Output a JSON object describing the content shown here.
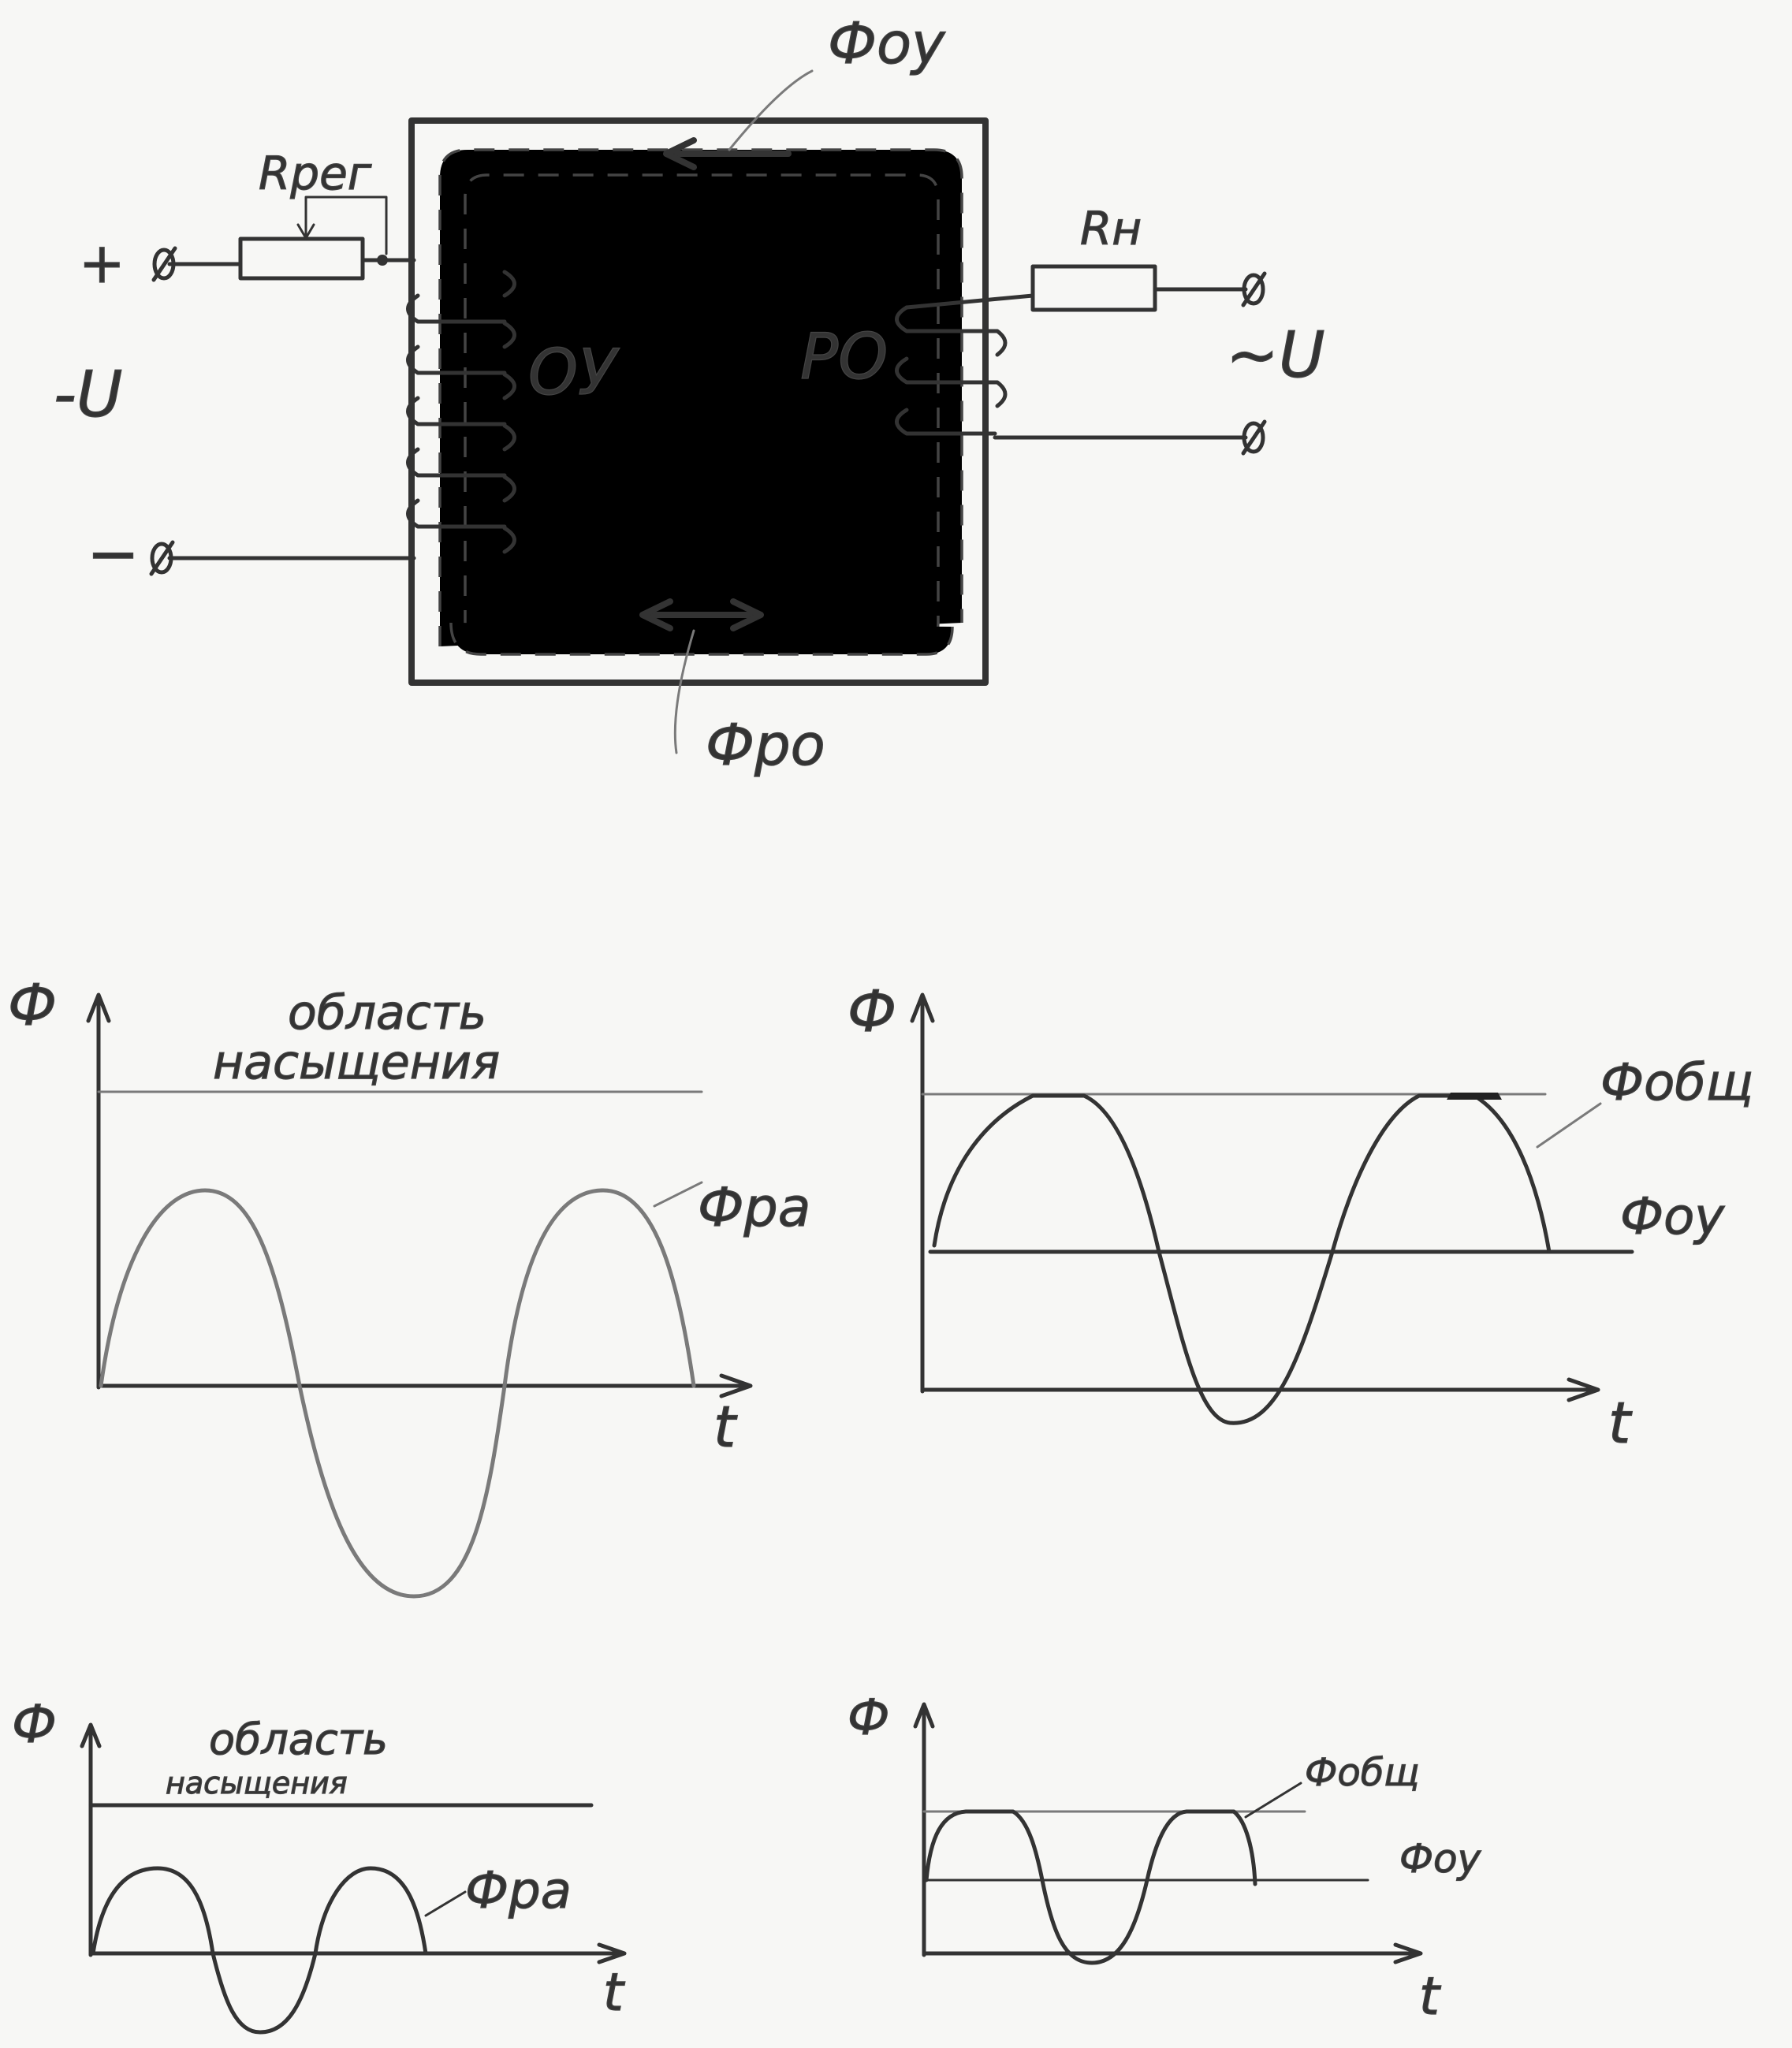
{
  "circuit": {
    "flux_control_label": "Фоу",
    "flux_working_label": "Фро",
    "resistor_reg_label": "Rрег",
    "resistor_load_label": "Rн",
    "control_winding_label": "ОУ",
    "working_winding_label": "РО",
    "dc_plus_label": "+",
    "dc_minus_label": "−",
    "dc_voltage_label": "-U",
    "ac_voltage_label": "~U"
  },
  "charts": {
    "top_left": {
      "y_label": "Ф",
      "x_label": "t",
      "saturation_label_1": "область",
      "saturation_label_2": "насыщения",
      "curve_label": "Фра"
    },
    "top_right": {
      "y_label": "Ф",
      "x_label": "t",
      "total_label": "Фобщ",
      "control_label": "Фоу"
    },
    "bottom_left": {
      "y_label": "Ф",
      "x_label": "t",
      "saturation_label_1": "область",
      "saturation_label_2": "насыщения",
      "curve_label": "Фра"
    },
    "bottom_right": {
      "y_label": "Ф",
      "x_label": "t",
      "total_label": "Фобщ",
      "control_label": "Фоу"
    }
  },
  "colors": {
    "ink": "#333333",
    "paper": "#f7f7f5"
  }
}
